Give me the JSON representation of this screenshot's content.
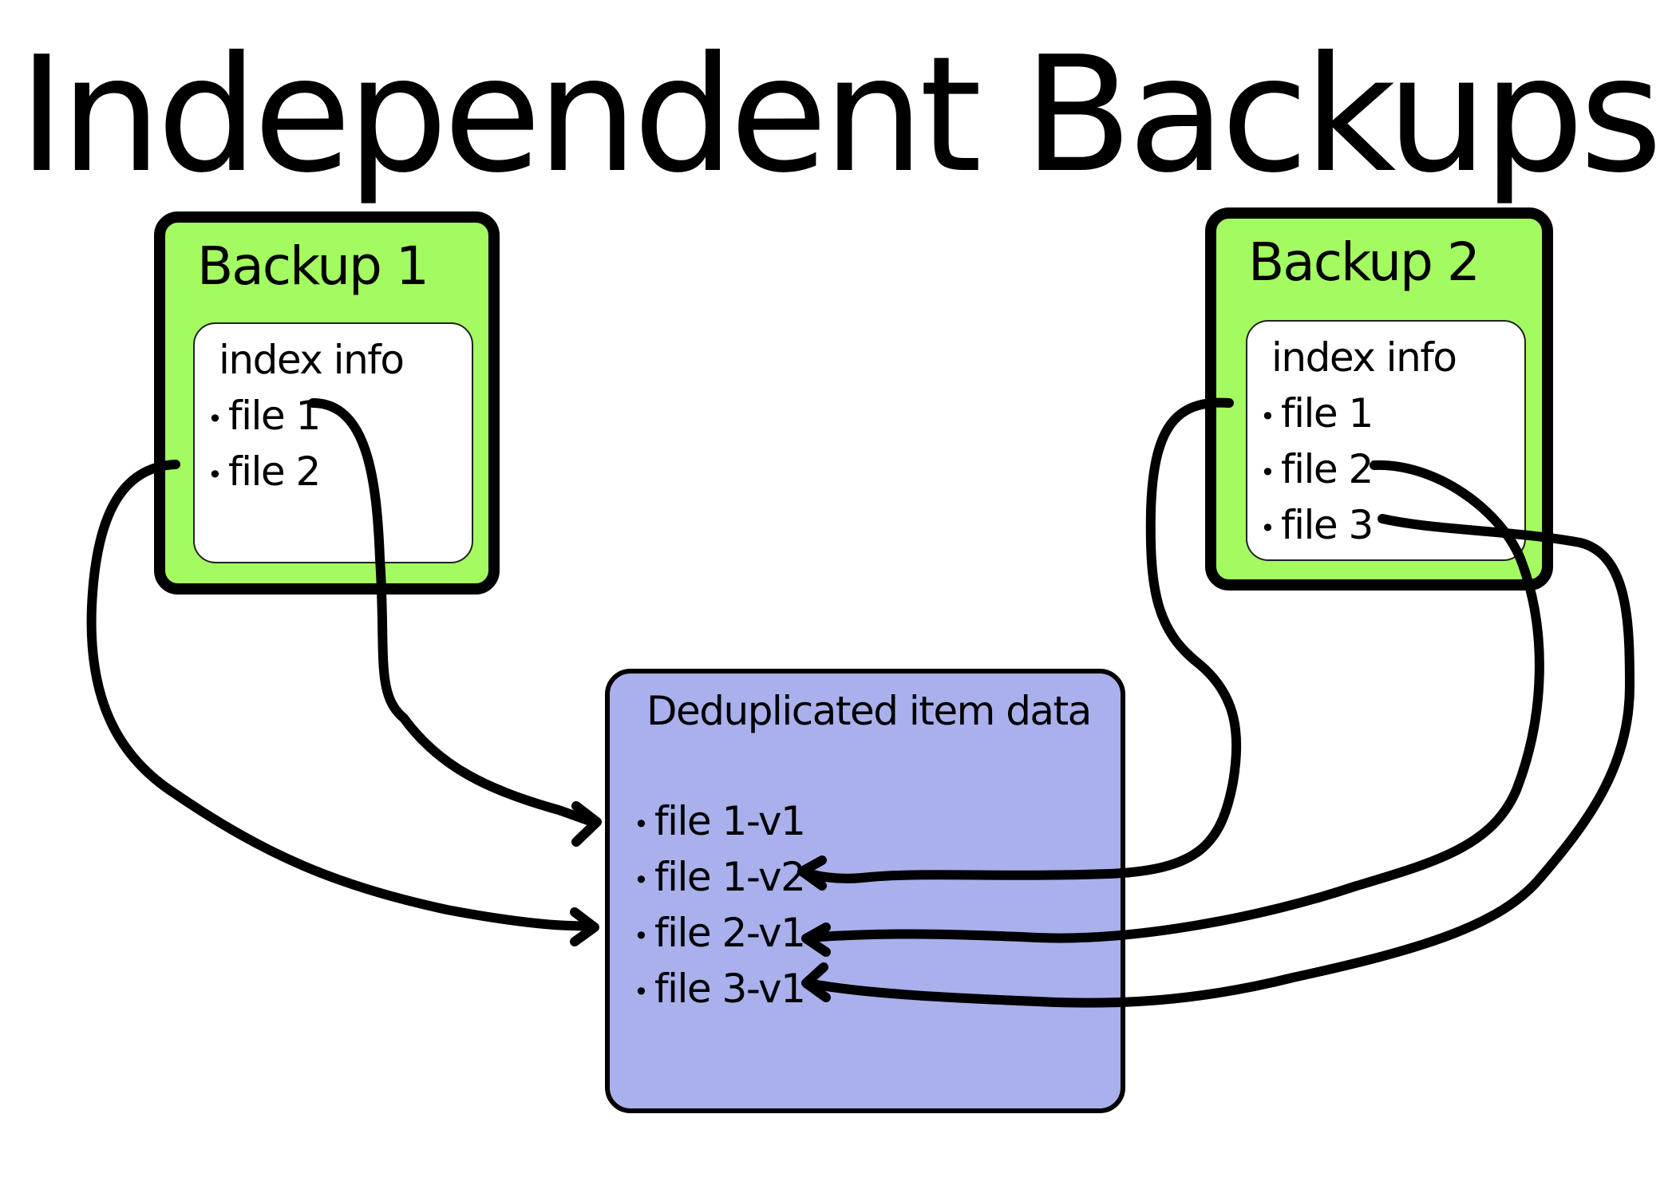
{
  "title": "Independent Backups",
  "backups": [
    {
      "title": "Backup 1",
      "index_title": "index info",
      "files": [
        "file 1",
        "file 2"
      ]
    },
    {
      "title": "Backup 2",
      "index_title": "index info",
      "files": [
        "file 1",
        "file 2",
        "file 3"
      ]
    }
  ],
  "dedup": {
    "title": "Deduplicated item data",
    "items": [
      "file 1-v1",
      "file 1-v2",
      "file 2-v1",
      "file 3-v1"
    ]
  },
  "bullet": "•",
  "links": [
    {
      "from": "Backup 1 / file 1",
      "to": "file 1-v1"
    },
    {
      "from": "Backup 1 / file 2",
      "to": "file 2-v1"
    },
    {
      "from": "Backup 2 / file 1",
      "to": "file 1-v2"
    },
    {
      "from": "Backup 2 / file 2",
      "to": "file 2-v1"
    },
    {
      "from": "Backup 2 / file 3",
      "to": "file 3-v1"
    }
  ],
  "colors": {
    "backup_fill": "#a3fb61",
    "dedup_fill": "#a9b0ec",
    "stroke": "#000000",
    "background": "#ffffff"
  }
}
